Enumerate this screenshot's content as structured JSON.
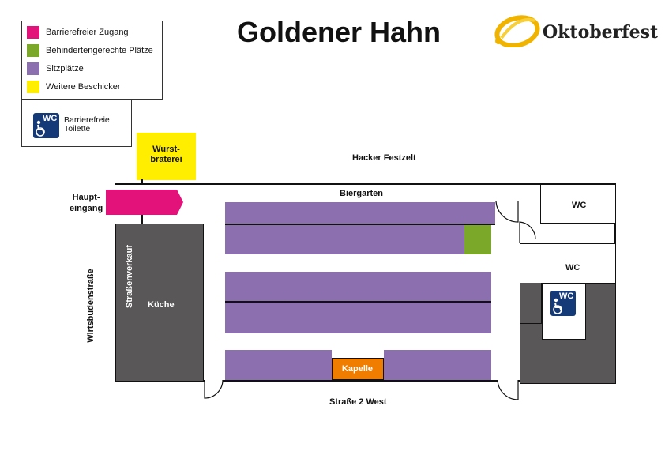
{
  "title": "Goldener Hahn",
  "logo": {
    "text": "Oktoberfest",
    "icon": "oktoberfest-logo-icon"
  },
  "legend": {
    "items": [
      {
        "label": "Barrierefreier Zugang",
        "color": "#e2127a"
      },
      {
        "label": "Behindertengerechte Plätze",
        "color": "#7ba829"
      },
      {
        "label": "Sitzplätze",
        "color": "#8c6faf"
      },
      {
        "label": "Weitere Beschicker",
        "color": "#ffee00"
      }
    ],
    "toilet_label_line1": "Barrierefreie",
    "toilet_label_line2": "Toilette",
    "toilet_icon": "accessible-wc-icon",
    "wc_badge_text": "WC"
  },
  "map": {
    "wurst_line1": "Wurst-",
    "wurst_line2": "braterei",
    "hacker": "Hacker Festzelt",
    "biergarten": "Biergarten",
    "haupt_line1": "Haupt-",
    "haupt_line2": "eingang",
    "wirtsbuden": "Wirtsbudenstraße",
    "strassenverkauf": "Straßenverkauf",
    "kueche": "Küche",
    "wc_top": "WC",
    "wc_mid": "WC",
    "kapelle": "Kapelle",
    "strasse": "Straße 2 West"
  },
  "colors": {
    "pink": "#e2127a",
    "green": "#7ba829",
    "purple": "#8c6faf",
    "yellow": "#ffee00",
    "orange": "#f07d00",
    "dark": "#595757",
    "wc_blue": "#153a78"
  }
}
